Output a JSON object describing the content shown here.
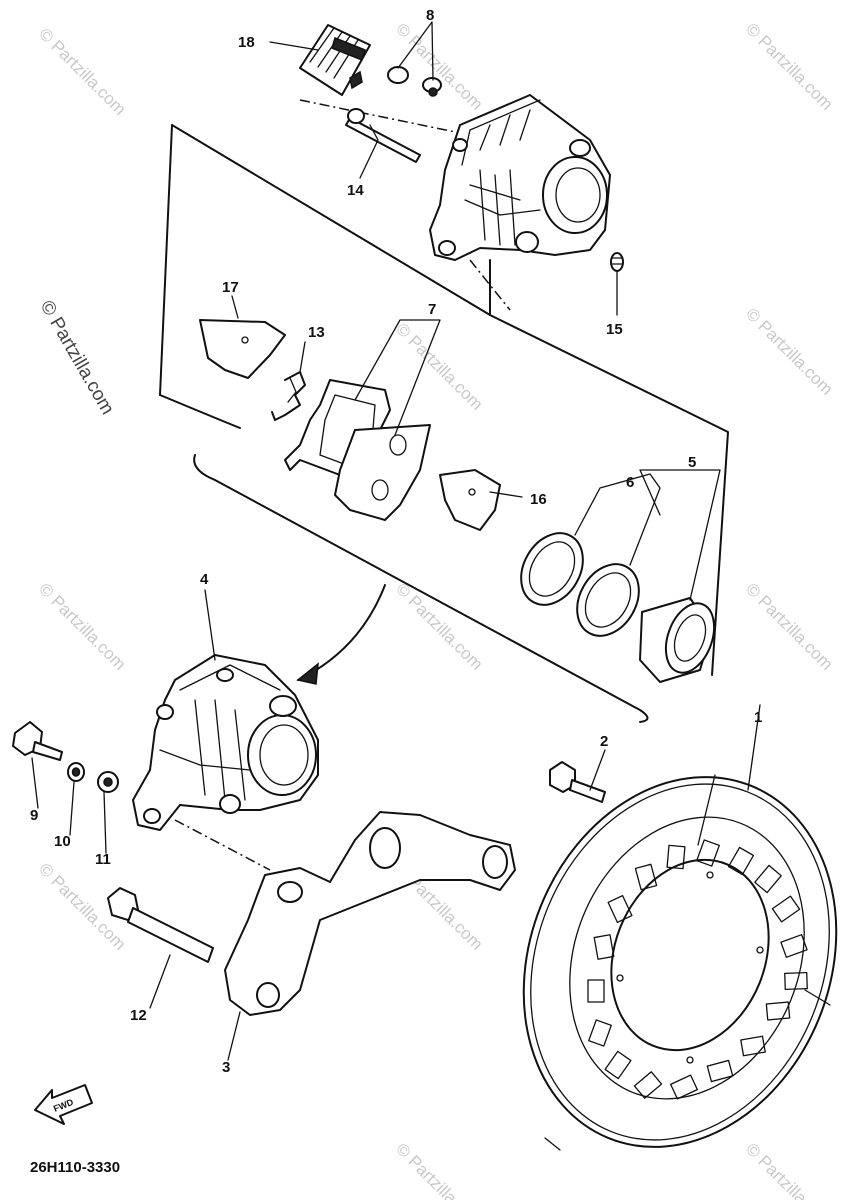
{
  "watermark": "© Partzilla.com",
  "diagram_code": "26H110-3330",
  "fwd_label": "FWD",
  "callouts": {
    "c1": "1",
    "c2": "2",
    "c3": "3",
    "c4": "4",
    "c5": "5",
    "c6": "6",
    "c7": "7",
    "c8": "8",
    "c9": "9",
    "c10": "10",
    "c11": "11",
    "c12": "12",
    "c13": "13",
    "c14": "14",
    "c15": "15",
    "c16": "16",
    "c17": "17",
    "c18": "18"
  }
}
